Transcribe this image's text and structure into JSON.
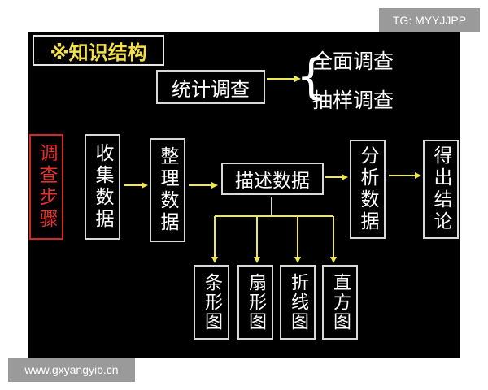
{
  "header": {
    "title": "※知识结构"
  },
  "survey": {
    "main": "统计调查",
    "types": [
      "全面调查",
      "抽样调查"
    ]
  },
  "steps": {
    "label": "调查步骤",
    "items": [
      "收集数据",
      "整理数据",
      "描述数据",
      "分析数据",
      "得出结论"
    ]
  },
  "charts": [
    "条形图",
    "扇形图",
    "折线图",
    "直方图"
  ],
  "watermarks": {
    "top_right": "TG: MYYJJPP",
    "bottom_left": "www.gxyangyib.cn"
  },
  "colors": {
    "background": "#000000",
    "title_text": "#f3e04a",
    "steps_label": "#e8302a",
    "arrow": "#f0e850"
  }
}
